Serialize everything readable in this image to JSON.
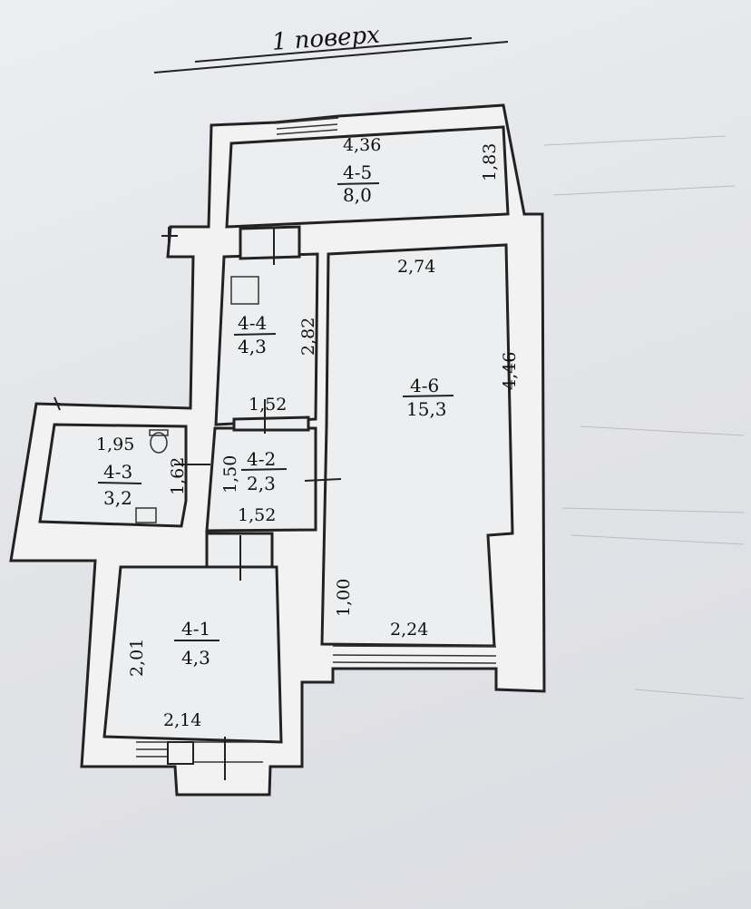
{
  "title": "1 поверх",
  "rooms": [
    {
      "number": "4-5",
      "area": "8,0",
      "dim_top": "4,36",
      "dim_side": "1,83"
    },
    {
      "number": "4-4",
      "area": "4,3",
      "dim_side": "2,82",
      "dim_bottom": "1,52"
    },
    {
      "number": "4-6",
      "area": "15,3",
      "dim_top": "2,74",
      "dim_side": "4,46",
      "dim_bottom": "2,24",
      "dim_left": "1,00"
    },
    {
      "number": "4-3",
      "area": "3,2",
      "dim_top": "1,95",
      "dim_side": "1,62"
    },
    {
      "number": "4-2",
      "area": "2,3",
      "dim_side": "1,50",
      "dim_bottom": "1,52"
    },
    {
      "number": "4-1",
      "area": "4,3",
      "dim_side": "2,01",
      "dim_bottom": "2,14"
    }
  ]
}
